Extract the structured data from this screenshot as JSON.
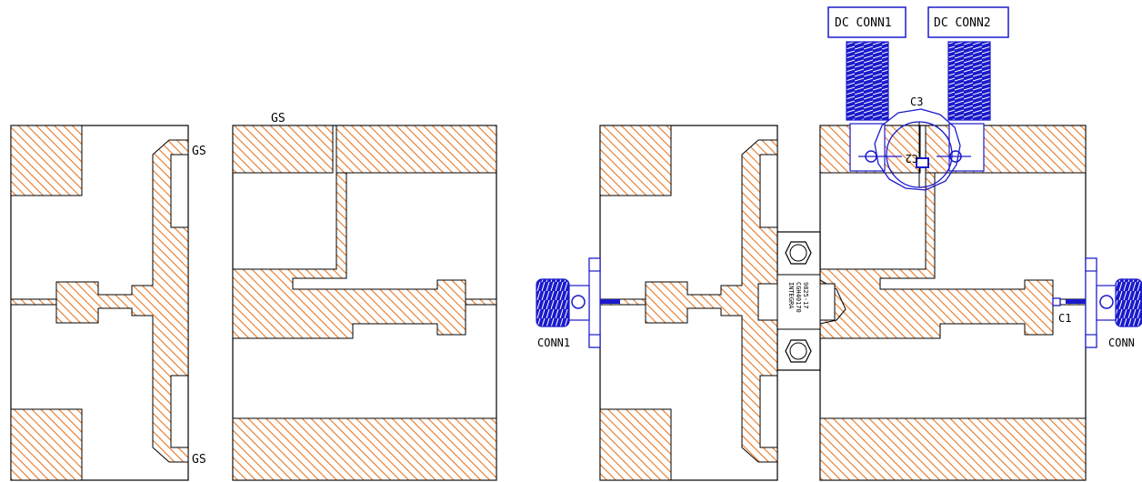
{
  "labels": {
    "gs_top": "GS",
    "gs_mid": "GS",
    "gs_bottom": "GS",
    "c3": "C3",
    "c2": "C2",
    "c1": "C1",
    "conn1": "CONN1",
    "conn2": "CONN",
    "dc_conn1": "DC CONN1",
    "dc_conn2": "DC CONN2"
  },
  "device": {
    "line1": "INTEGRA",
    "line2": "CGH40170",
    "line3": "9825-17"
  },
  "colors": {
    "hatch": "#E87722",
    "outline": "#000000",
    "connector": "#1A1ACC",
    "background": "#FFFFFF"
  }
}
